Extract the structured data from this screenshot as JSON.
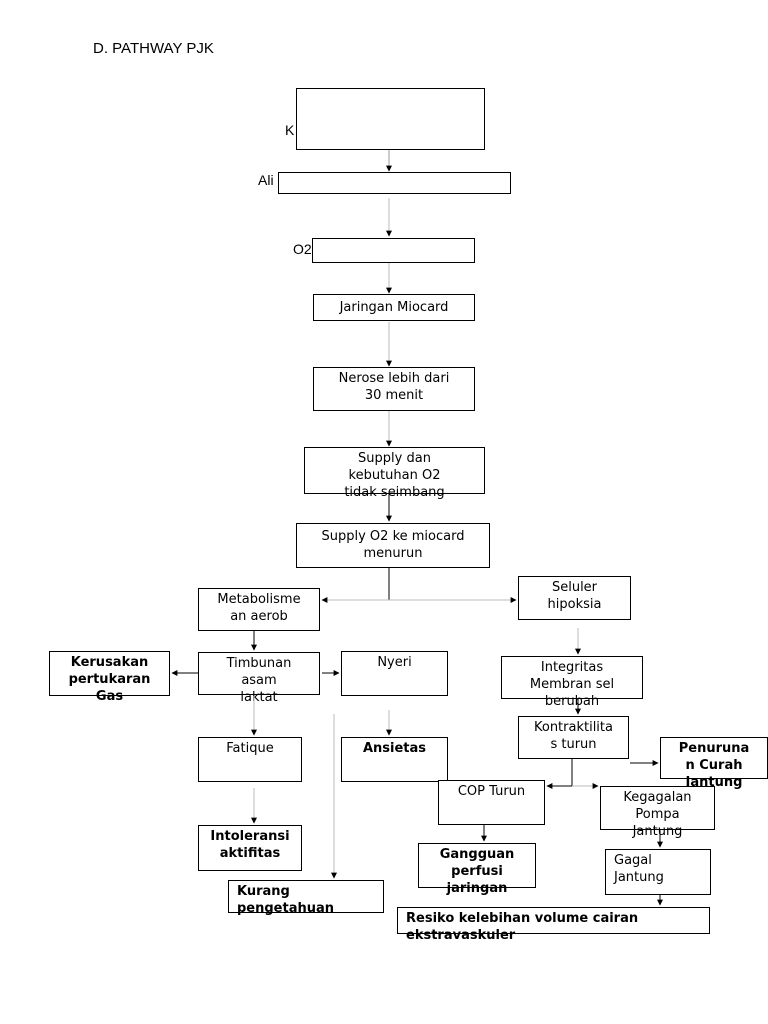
{
  "page": {
    "title": "D. PATHWAY PJK"
  },
  "labels": {
    "k": "K",
    "ali": "Ali",
    "o2": "O2"
  },
  "nodes": {
    "top_box": "",
    "ali_box": "",
    "o2_box": "",
    "jaringan_miocard": "Jaringan Miocard",
    "nerose": "Nerose lebih dari\n30 menit",
    "supply_kebutuhan": "Supply dan\nkebutuhan O2\ntidak seimbang",
    "supply_o2_menurun": "Supply O2 ke miocard\nmenurun",
    "metabolisme": "Metabolisme\nan aerob",
    "seluler_hipoksia": "Seluler\nhipoksia",
    "kerusakan": "Kerusakan\npertukaran\nGas",
    "timbunan": "Timbunan\nasam\nlaktat",
    "nyeri": "Nyeri",
    "integritas": "Integritas\nMembran sel\nberubah",
    "kontraktilitas": "Kontraktilita\ns turun",
    "penurunan_curah": "Penuruna\nn Curah\nJantung",
    "fatique": "Fatique",
    "ansietas": "Ansietas",
    "cop_turun": "COP Turun",
    "kegagalan_pompa": "Kegagalan\nPompa\nJantung",
    "intoleransi": "Intoleransi\naktifitas",
    "gangguan_perfusi": "Gangguan\nperfusi\njaringan",
    "gagal_jantung": "Gagal\nJantung",
    "kurang_pengetahuan": "Kurang\npengetahuan",
    "resiko": "Resiko kelebihan volume cairan\nekstravaskuler"
  }
}
